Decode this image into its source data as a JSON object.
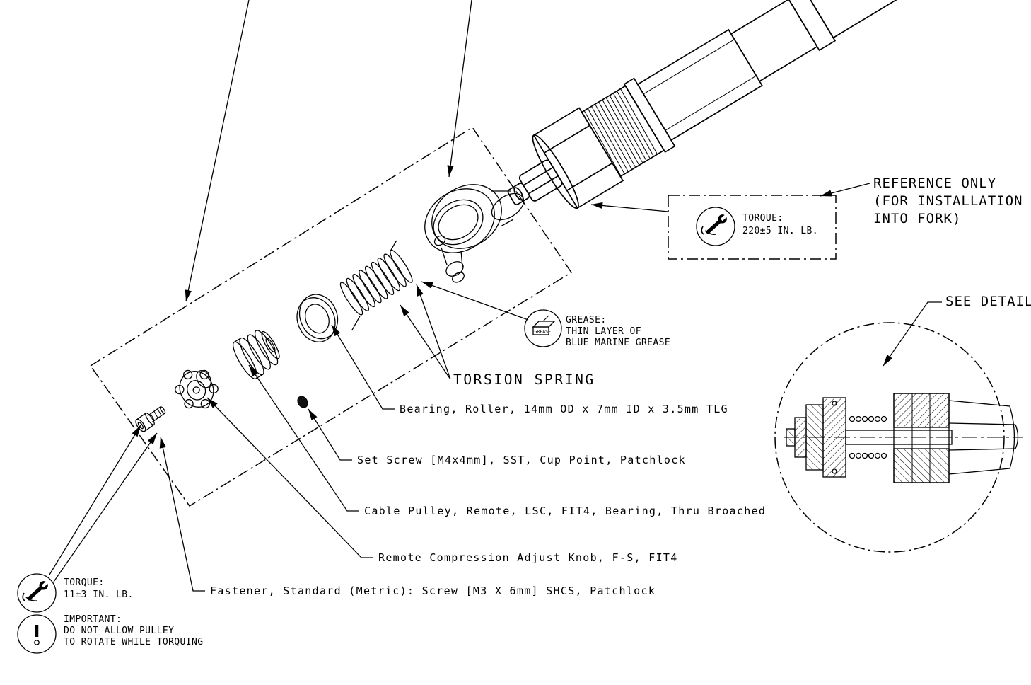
{
  "labels": {
    "torsion_spring": "TORSION SPRING",
    "bearing": "Bearing, Roller, 14mm OD x 7mm ID x 3.5mm TLG",
    "set_screw": "Set Screw [M4x4mm], SST, Cup Point, Patchlock",
    "cable_pulley": "Cable Pulley, Remote, LSC, FIT4, Bearing, Thru Broached",
    "adjust_knob": "Remote Compression Adjust Knob, F-S, FIT4",
    "fastener": "Fastener, Standard (Metric): Screw [M3 X 6mm] SHCS, Patchlock",
    "see_detail": "SEE DETAIL"
  },
  "reference_note": {
    "line1": "REFERENCE ONLY",
    "line2": "(FOR INSTALLATION",
    "line3": "INTO FORK)"
  },
  "torque_reference": {
    "title": "TORQUE:",
    "value": "220±5 IN. LB."
  },
  "torque_fastener": {
    "title": "TORQUE:",
    "value": "11±3 IN. LB."
  },
  "important_note": {
    "title": "IMPORTANT:",
    "line2": "DO NOT ALLOW PULLEY",
    "line3": "TO ROTATE WHILE TORQUING"
  },
  "grease_note": {
    "title": "GREASE:",
    "line2": "THIN LAYER OF",
    "line3": "BLUE MARINE GREASE",
    "icon_label": "GREASE"
  },
  "colors": {
    "line": "#000000",
    "background": "#ffffff"
  }
}
